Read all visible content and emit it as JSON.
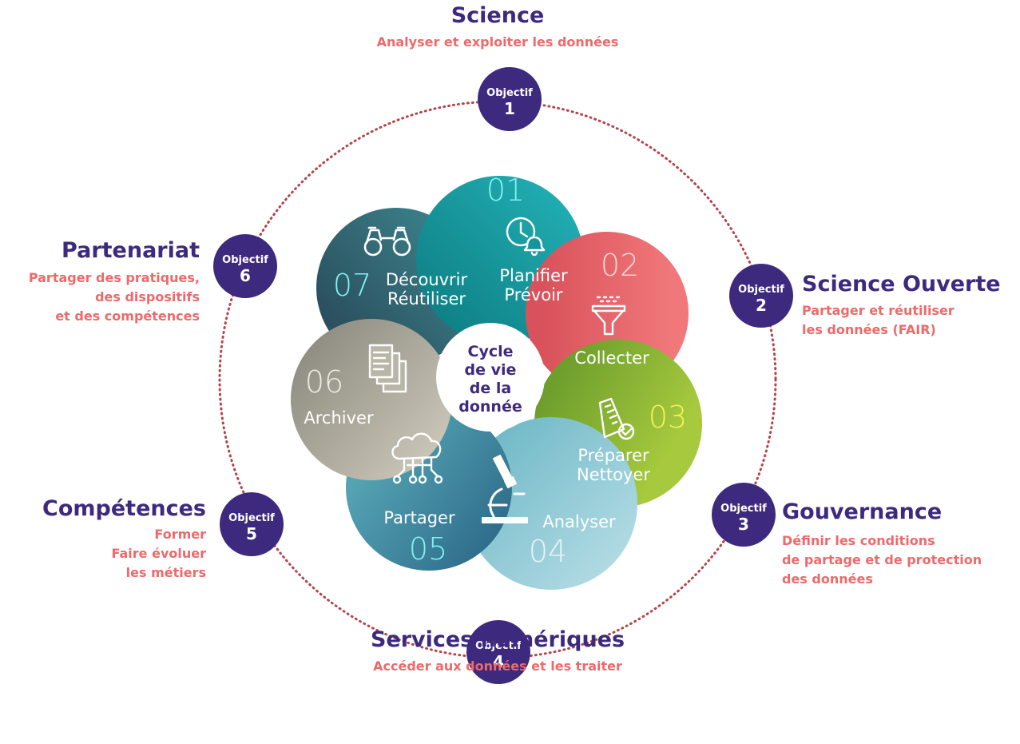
{
  "center": {
    "lines": [
      "Cycle",
      "de vie",
      "de la",
      "donnée"
    ]
  },
  "steps": [
    {
      "id": "01",
      "label_lines": [
        "Planifier",
        "Prévoir"
      ],
      "icon": "clock-bell-icon",
      "colors": [
        "#0e7f84",
        "#21aeb3"
      ],
      "number_color": "#7ff2f2"
    },
    {
      "id": "02",
      "label_lines": [
        "Collecter"
      ],
      "icon": "funnel-filter-icon",
      "colors": [
        "#d9525b",
        "#f0787a"
      ],
      "number_color": "#ffd3d3"
    },
    {
      "id": "03",
      "label_lines": [
        "Préparer",
        "Nettoyer"
      ],
      "icon": "checklist-icon",
      "colors": [
        "#6e9e2d",
        "#a6c93d"
      ],
      "number_color": "#f2f25a"
    },
    {
      "id": "04",
      "label_lines": [
        "Analyser"
      ],
      "icon": "microscope-icon",
      "colors": [
        "#6eb8c6",
        "#b4dce5"
      ],
      "number_color": "#e6f4f7"
    },
    {
      "id": "05",
      "label_lines": [
        "Partager"
      ],
      "icon": "cloud-network-icon",
      "colors": [
        "#5aaab8",
        "#2f6e8c"
      ],
      "number_color": "#7ff2f2"
    },
    {
      "id": "06",
      "label_lines": [
        "Archiver"
      ],
      "icon": "documents-icon",
      "colors": [
        "#8d8b80",
        "#c8c4b6"
      ],
      "number_color": "#eeebe2"
    },
    {
      "id": "07",
      "label_lines": [
        "Découvrir",
        "Réutiliser"
      ],
      "icon": "binoculars-icon",
      "colors": [
        "#2b4f5e",
        "#3a7f88"
      ],
      "number_color": "#7ff2f2"
    }
  ],
  "objectives": [
    {
      "badge": "Objectif",
      "number": "1",
      "title": "Science",
      "sub": [
        "Analyser et exploiter les données"
      ]
    },
    {
      "badge": "Objectif",
      "number": "2",
      "title": "Science Ouverte",
      "sub": [
        "Partager et réutiliser",
        "les données (FAIR)"
      ]
    },
    {
      "badge": "Objectif",
      "number": "3",
      "title": "Gouvernance",
      "sub": [
        "Définir les conditions",
        "de partage et de protection",
        "des données"
      ]
    },
    {
      "badge": "Objectif",
      "number": "4",
      "title": "Services numériques",
      "sub": [
        "Accéder aux données et les traiter"
      ]
    },
    {
      "badge": "Objectif",
      "number": "5",
      "title": "Compétences",
      "sub": [
        "Former",
        "Faire évoluer",
        "les métiers"
      ]
    },
    {
      "badge": "Objectif",
      "number": "6",
      "title": "Partenariat",
      "sub": [
        "Partager des pratiques,",
        "des dispositifs",
        "et des compétences"
      ]
    }
  ],
  "colors": {
    "ring": "#b3444a",
    "badge": "#3d2a7f",
    "title": "#3d2a7f",
    "subtitle": "#ec6a6b"
  }
}
